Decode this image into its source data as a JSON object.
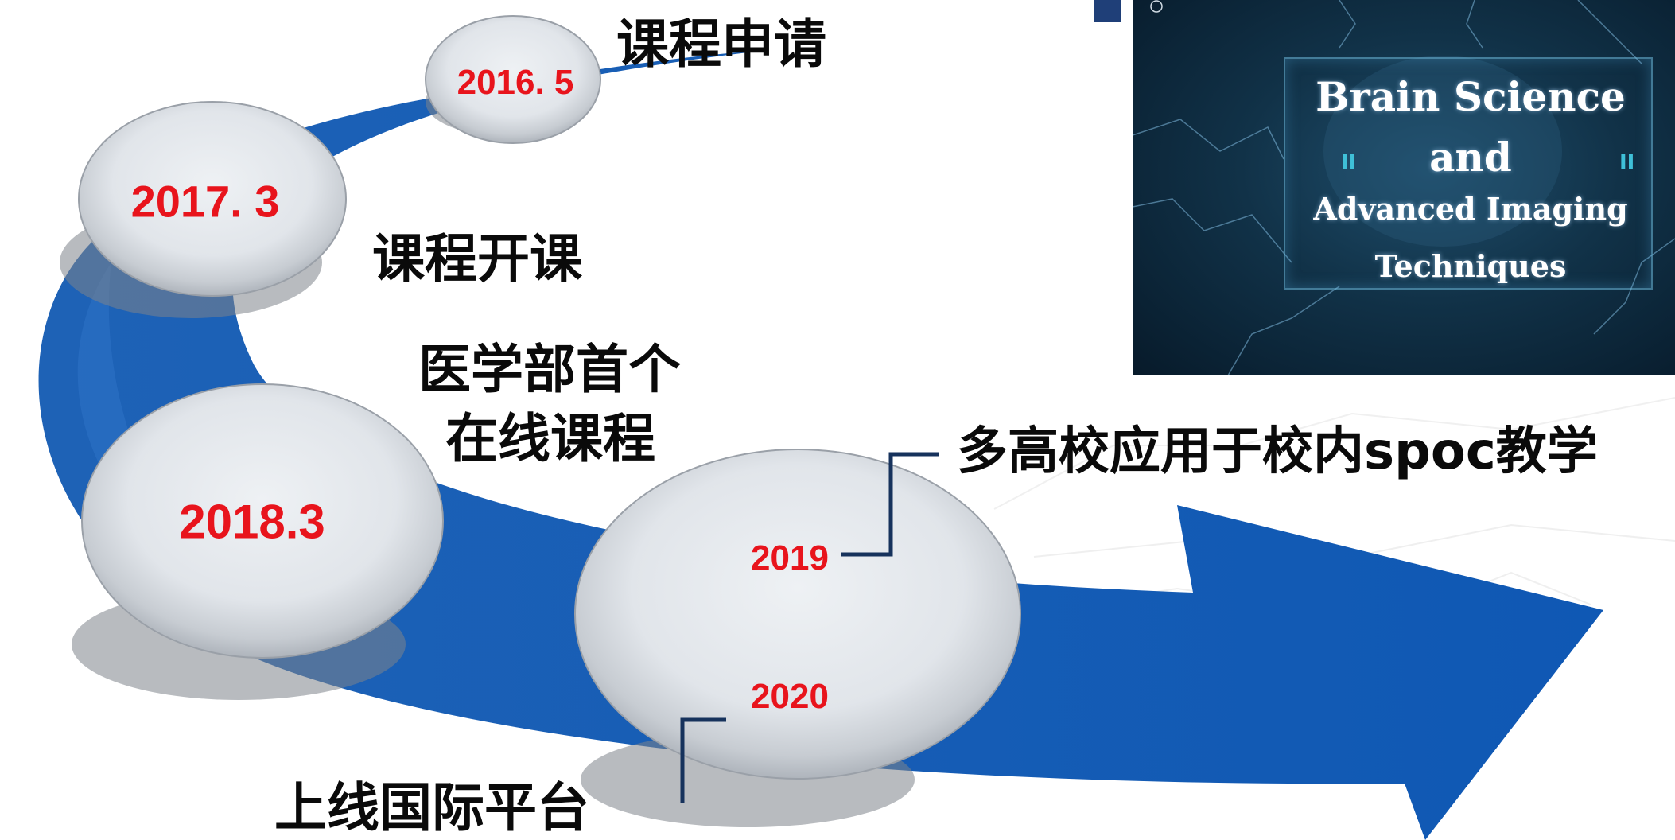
{
  "milestones": [
    {
      "year": "2016. 5",
      "label": "课程申请"
    },
    {
      "year": "2017. 3",
      "label": "课程开课"
    },
    {
      "year": "2018.3",
      "label_line1": "医学部首个",
      "label_line2": "在线课程"
    },
    {
      "year": "2019",
      "label": "多高校应用于校内spoc教学"
    },
    {
      "year": "2020",
      "label": "上线国际平台"
    }
  ],
  "thumbnail": {
    "line1": "Brain Science",
    "line2": "and",
    "line3": "Advanced Imaging",
    "line4": "Techniques",
    "mark_left": "II",
    "mark_right": "II"
  },
  "colors": {
    "arrow": "#1565c0",
    "arrow_dark": "#0d47a1",
    "year_text": "#e8141c",
    "connector": "#16325c"
  }
}
